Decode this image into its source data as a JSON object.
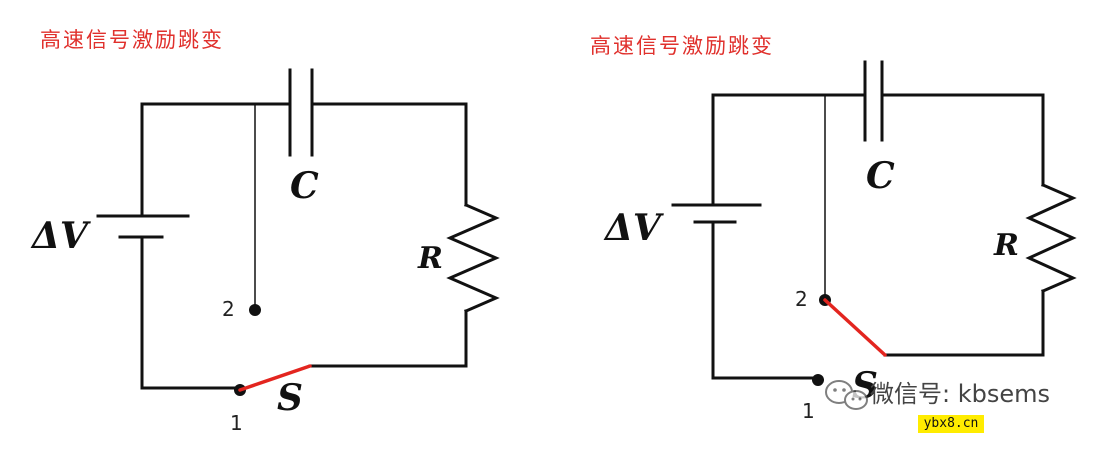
{
  "panels": [
    {
      "title": "高速信号激励跳变",
      "labels": {
        "voltage": "ΔV",
        "capacitor": "C",
        "resistor": "R",
        "switch": "S",
        "node1": "1",
        "node2": "2"
      }
    },
    {
      "title": "高速信号激励跳变",
      "labels": {
        "voltage": "ΔV",
        "capacitor": "C",
        "resistor": "R",
        "switch": "S",
        "node1": "1",
        "node2": "2"
      }
    }
  ],
  "watermark": {
    "text": "微信号: kbsems",
    "icon": "wechat-icon"
  },
  "site_badge": {
    "text": "ybx8.cn",
    "color": "#ffec00"
  },
  "colors": {
    "title": "#e0302c",
    "switch_arm": "#e3251f",
    "wire": "#111111"
  }
}
